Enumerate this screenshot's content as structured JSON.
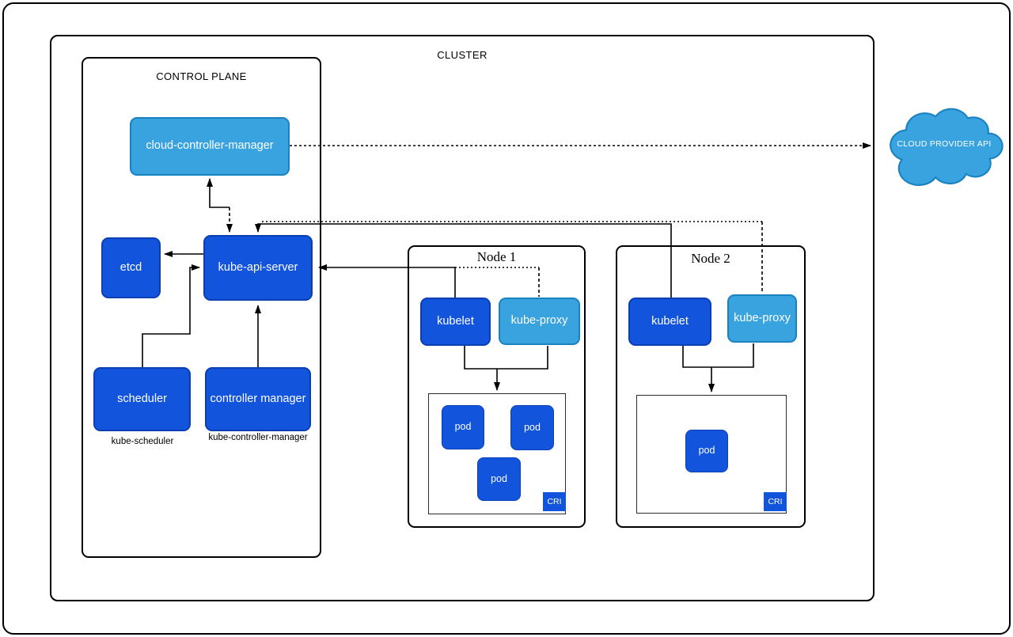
{
  "colors": {
    "component_dark_blue": "#1254DC",
    "component_dark_blue_border": "#0A3FB4",
    "component_light_blue": "#38A3DF",
    "component_light_blue_border": "#1B82C2",
    "line_black": "#000000"
  },
  "cluster": {
    "label": "CLUSTER"
  },
  "control_plane": {
    "label": "CONTROL PLANE",
    "cloud_controller_manager": "cloud-controller-manager",
    "etcd": "etcd",
    "kube_api_server": "kube-api-server",
    "scheduler": "scheduler",
    "controller_manager": "controller manager",
    "scheduler_caption": "kube-scheduler",
    "controller_manager_caption": "kube-controller-manager"
  },
  "nodes": [
    {
      "title": "Node 1",
      "kubelet": "kubelet",
      "kube_proxy": "kube-proxy",
      "cri": "CRI",
      "pods": [
        "pod",
        "pod",
        "pod"
      ]
    },
    {
      "title": "Node 2",
      "kubelet": "kubelet",
      "kube_proxy": "kube-proxy",
      "cri": "CRI",
      "pods": [
        "pod"
      ]
    }
  ],
  "cloud": {
    "label": "CLOUD PROVIDER API"
  }
}
